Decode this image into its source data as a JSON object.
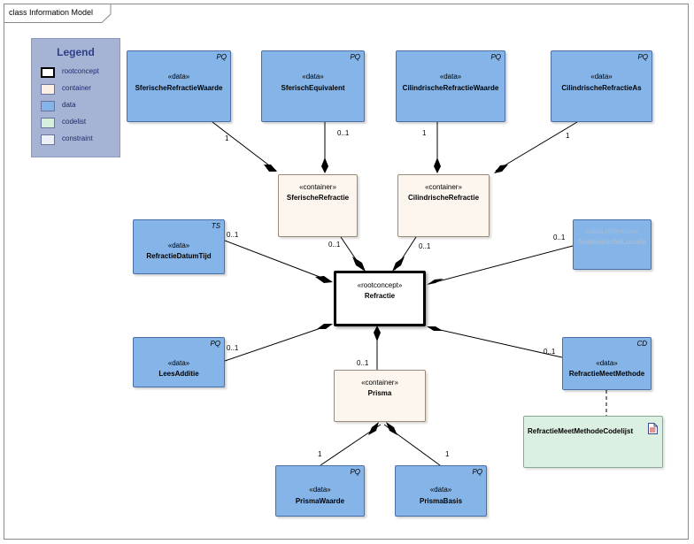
{
  "frame": {
    "title": "class Information Model"
  },
  "legend": {
    "title": "Legend",
    "items": [
      {
        "label": "rootconcept",
        "color": "#ffffff"
      },
      {
        "label": "container",
        "color": "#fbeee2"
      },
      {
        "label": "data",
        "color": "#84b4e8"
      },
      {
        "label": "codelist",
        "color": "#d6efdd"
      },
      {
        "label": "constraint",
        "color": "#eef0f8"
      }
    ]
  },
  "boxes": {
    "sferische_refractie_waarde": {
      "stereotype": "«data»",
      "name": "SferischeRefractieWaarde",
      "tag": "PQ"
    },
    "sferisch_equivalent": {
      "stereotype": "«data»",
      "name": "SferischEquivalent",
      "tag": "PQ"
    },
    "cilindrische_refractie_waarde": {
      "stereotype": "«data»",
      "name": "CilindrischeRefractieWaarde",
      "tag": "PQ"
    },
    "cilindrische_refractie_as": {
      "stereotype": "«data»",
      "name": "CilindrischeRefractieAs",
      "tag": "PQ"
    },
    "sferische_refractie": {
      "stereotype": "«container»",
      "name": "SferischeRefractie"
    },
    "cilindrische_refractie": {
      "stereotype": "«container»",
      "name": "CilindrischeRefractie"
    },
    "refractie_datum_tijd": {
      "stereotype": "«data»",
      "name": "RefractieDatumTijd",
      "tag": "TS"
    },
    "anatomische_locatie": {
      "stereotype": "«data,reference»",
      "name": "AnatomischeLocatie"
    },
    "refractie": {
      "stereotype": "«rootconcept»",
      "name": "Refractie"
    },
    "lees_additie": {
      "stereotype": "«data»",
      "name": "LeesAdditie",
      "tag": "PQ"
    },
    "prisma": {
      "stereotype": "«container»",
      "name": "Prisma"
    },
    "refractie_meet_methode": {
      "stereotype": "«data»",
      "name": "RefractieMeetMethode",
      "tag": "CD"
    },
    "refractie_meet_methode_codelijst": {
      "name": "RefractieMeetMethodeCodelijst"
    },
    "prisma_waarde": {
      "stereotype": "«data»",
      "name": "PrismaWaarde",
      "tag": "PQ"
    },
    "prisma_basis": {
      "stereotype": "«data»",
      "name": "PrismaBasis",
      "tag": "PQ"
    }
  },
  "multiplicities": {
    "sferische_refractie_waarde": "1",
    "sferisch_equivalent": "0..1",
    "cilindrische_refractie_waarde": "1",
    "cilindrische_refractie_as": "1",
    "sferische_refractie": "0..1",
    "cilindrische_refractie": "0..1",
    "refractie_datum_tijd": "0..1",
    "anatomische_locatie": "0..1",
    "lees_additie": "0..1",
    "prisma": "0..1",
    "refractie_meet_methode": "0..1",
    "prisma_waarde": "1",
    "prisma_basis": "1"
  }
}
